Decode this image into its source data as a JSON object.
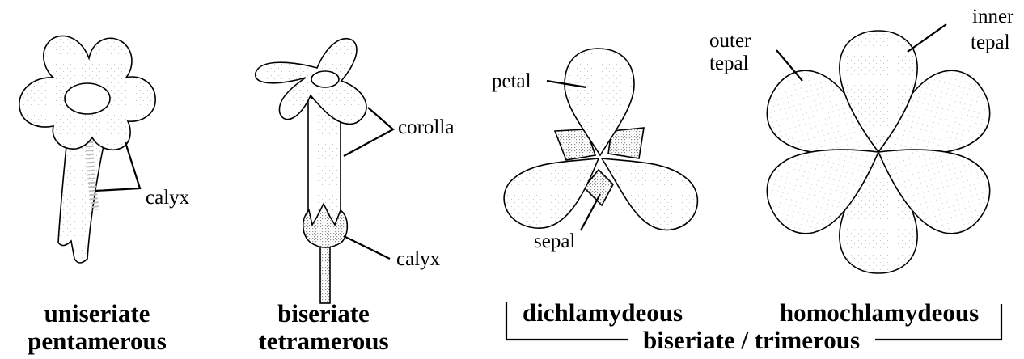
{
  "diagrams": {
    "uniseriate": {
      "label_calyx": "calyx",
      "caption_line1": "uniseriate",
      "caption_line2": "pentamerous"
    },
    "biseriate_tetramerous": {
      "label_corolla": "corolla",
      "label_calyx": "calyx",
      "caption_line1": "biseriate",
      "caption_line2": "tetramerous"
    },
    "dichlamydeous": {
      "label_petal": "petal",
      "label_sepal": "sepal",
      "caption": "dichlamydeous"
    },
    "homochlamydeous": {
      "label_outer_line1": "outer",
      "label_outer_line2": "tepal",
      "label_inner_line1": "inner",
      "label_inner_line2": "tepal",
      "caption": "homochlamydeous"
    },
    "shared_caption": "biseriate / trimerous"
  },
  "colors": {
    "stroke": "#000000",
    "fill": "#ffffff",
    "stipple": "#9a9a9a"
  }
}
